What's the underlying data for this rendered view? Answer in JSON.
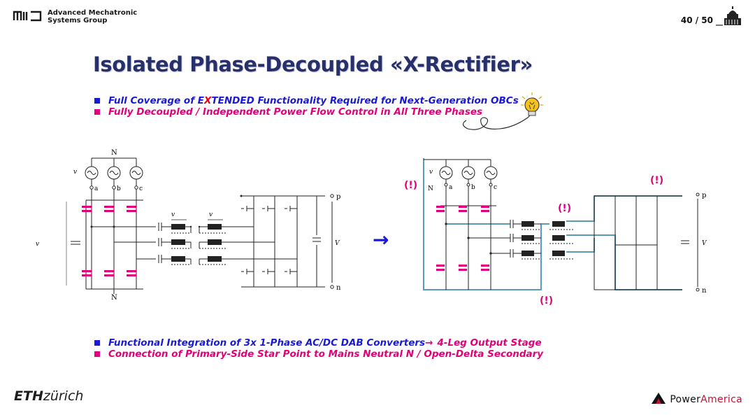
{
  "header": {
    "group_line1": "Advanced Mechatronic",
    "group_line2": "Systems Group",
    "page_number": "40 / 50"
  },
  "slide": {
    "title": "Isolated Phase-Decoupled «X-Rectifier»",
    "top_bullets": [
      {
        "pre": "Full Coverage of E",
        "accent": "X",
        "post": "TENDED Functionality Required for Next-Generation OBCs",
        "color": "#1a1ad6"
      },
      {
        "text": "Fully Decoupled / Independent Power Flow Control in All Three Phases",
        "color": "#e2007a"
      }
    ],
    "bottom_bullets": [
      {
        "pre": "Functional Integration of 3x 1-Phase AC/DC DAB Converters ",
        "arrow": "→",
        "post": "4-Leg Output Stage"
      },
      {
        "text": "Connection of Primary-Side Star Point to Mains Neutral N / Open-Delta Secondary"
      }
    ]
  },
  "diagram_left": {
    "label_N_top": "N",
    "label_N_bottom": "N",
    "label_va": "v",
    "phase_a": "a",
    "phase_b": "b",
    "phase_c": "c",
    "label_vTa": "v",
    "label_vTA": "v",
    "label_va_eq": "v",
    "label_p": "p",
    "label_n": "n",
    "label_Vdc": "V"
  },
  "diagram_right": {
    "label_N": "N",
    "label_va": "v",
    "phase_a": "a",
    "phase_b": "b",
    "phase_c": "c",
    "label_p": "p",
    "label_n": "n",
    "label_Vdc": "V",
    "markers": [
      "(!)",
      "(!)",
      "(!)",
      "(!)"
    ]
  },
  "arrow": "→",
  "footer": {
    "eth_bold": "ETH",
    "eth_rest": "zürich",
    "power": "Power",
    "america": "America"
  },
  "colors": {
    "title": "#27306b",
    "blue": "#1a1ad6",
    "magenta": "#e2007a",
    "highlight": "#5b9bb5"
  }
}
